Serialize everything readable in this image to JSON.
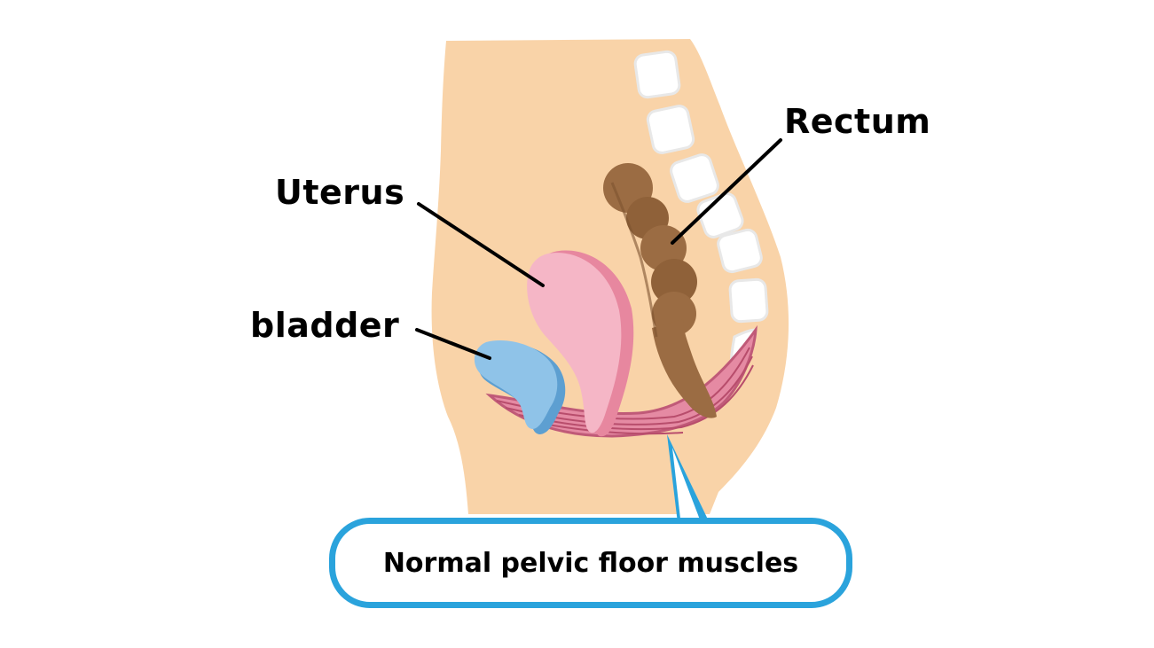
{
  "labels": {
    "rectum": "Rectum",
    "uterus": "Uterus",
    "bladder": "bladder"
  },
  "callout": {
    "text": "Normal pelvic floor muscles"
  },
  "colors": {
    "skin": "#f9d3a8",
    "spine": "#ffffff",
    "rectum": "#9b6c43",
    "uterus": "#f5b6c6",
    "bladder": "#8fc3e8",
    "muscle": "#e58aa3",
    "callout_border": "#2aa3dc"
  }
}
